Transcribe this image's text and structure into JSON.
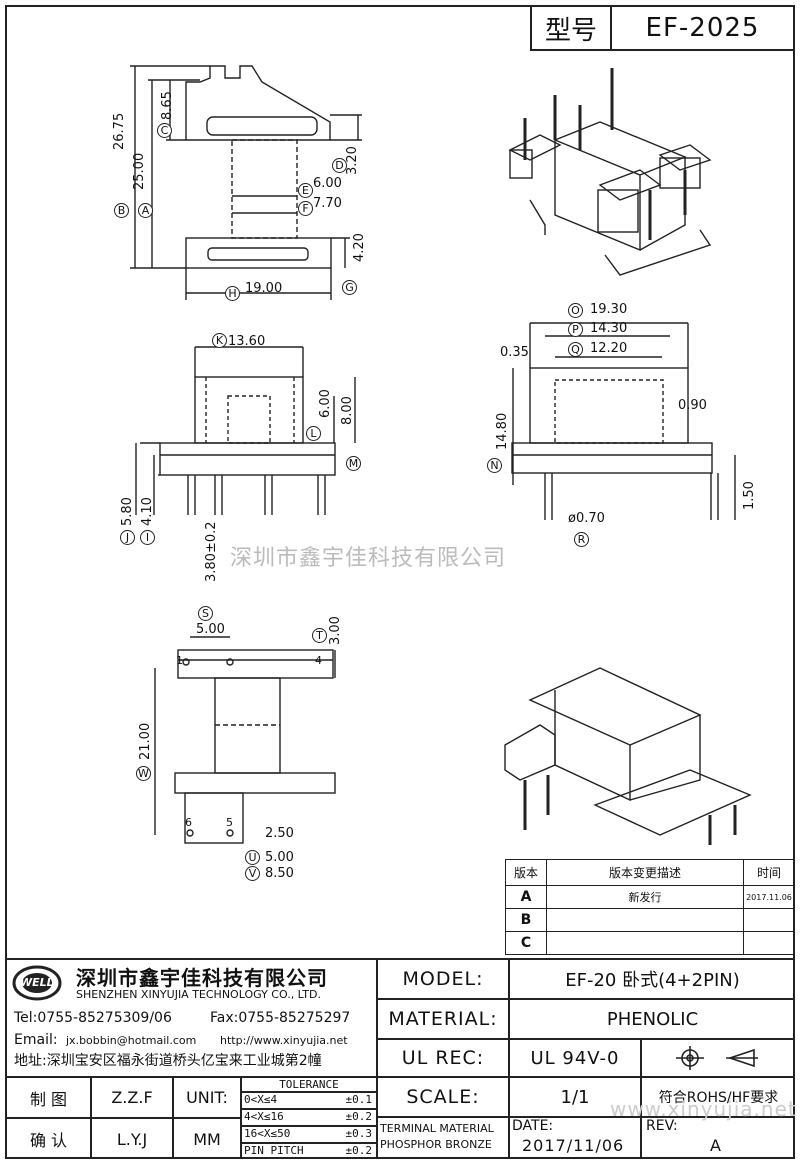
{
  "header": {
    "label": "型号",
    "model_code": "EF-2025"
  },
  "watermark": "深圳市鑫宇佳科技有限公司",
  "watermark_url": "www.xinyujia.net",
  "dimensions": {
    "top_view": {
      "a": "25.00",
      "b": "26.75",
      "c": "8.65",
      "d": "3.20",
      "e": "6.00",
      "f": "7.70",
      "g": "4.20",
      "h": "19.00"
    },
    "front_view": {
      "k": "13.60",
      "l": "6.00",
      "m": "8.00",
      "j": "5.80",
      "i": "4.10",
      "pin_len": "3.80±0.2"
    },
    "side_view": {
      "o": "19.30",
      "p": "14.30",
      "q": "12.20",
      "left_gap": "0.35",
      "wall": "0.90",
      "n": "14.80",
      "pin_dia": "ø0.70",
      "pin_stub": "1.50"
    },
    "bottom_view": {
      "s": "5.00",
      "t": "3.00",
      "w": "21.00",
      "gap": "2.50",
      "u": "5.00",
      "v": "8.50",
      "pins": [
        "1",
        "4",
        "6",
        "5"
      ]
    }
  },
  "letters": [
    "A",
    "B",
    "C",
    "D",
    "E",
    "F",
    "G",
    "H",
    "K",
    "L",
    "M",
    "J",
    "I",
    "O",
    "P",
    "Q",
    "N",
    "R",
    "S",
    "T",
    "W",
    "U",
    "V"
  ],
  "revision_table": {
    "headers": [
      "版本",
      "版本变更描述",
      "时间"
    ],
    "rows": [
      {
        "ver": "A",
        "desc": "新发行",
        "date": "2017.11.06"
      },
      {
        "ver": "B",
        "desc": "",
        "date": ""
      },
      {
        "ver": "C",
        "desc": "",
        "date": ""
      }
    ]
  },
  "company": {
    "logo_text": "WELL",
    "name_cn": "深圳市鑫宇佳科技有限公司",
    "name_en": "SHENZHEN XINYUJIA TECHNOLOGY CO., LTD.",
    "tel": "Tel:0755-85275309/06",
    "fax": "Fax:0755-85275297",
    "email_label": "Email:",
    "email": "jx.bobbin@hotmail.com",
    "web": "http://www.xinyujia.net",
    "address": "地址:深圳宝安区福永街道桥头亿宝来工业城第2幢"
  },
  "title_block": {
    "model_label": "MODEL:",
    "model_value": "EF-20 卧式(4+2PIN)",
    "material_label": "MATERIAL:",
    "material_value": "PHENOLIC",
    "ulrec_label": "UL REC:",
    "ulrec_value": "UL 94V-0",
    "scale_label": "SCALE:",
    "scale_value": "1/1",
    "rohs": "符合ROHS/HF要求",
    "terminal_line1": "TERMINAL MATERIAL",
    "terminal_line2": "PHOSPHOR BRONZE",
    "date_label": "DATE:",
    "date_value": "2017/11/06",
    "rev_label": "REV:",
    "rev_value": "A",
    "draw_label": "制 图",
    "draw_value": "Z.Z.F",
    "check_label": "确 认",
    "check_value": "L.Y.J",
    "unit_label": "UNIT:",
    "unit_value": "MM",
    "tolerance_title": "TOLERANCE",
    "tolerances": [
      {
        "range": "0<X≤4",
        "value": "±0.1"
      },
      {
        "range": "4<X≤16",
        "value": "±0.2"
      },
      {
        "range": "16<X≤50",
        "value": "±0.3"
      },
      {
        "range": "PIN PITCH",
        "value": "±0.2"
      }
    ]
  }
}
